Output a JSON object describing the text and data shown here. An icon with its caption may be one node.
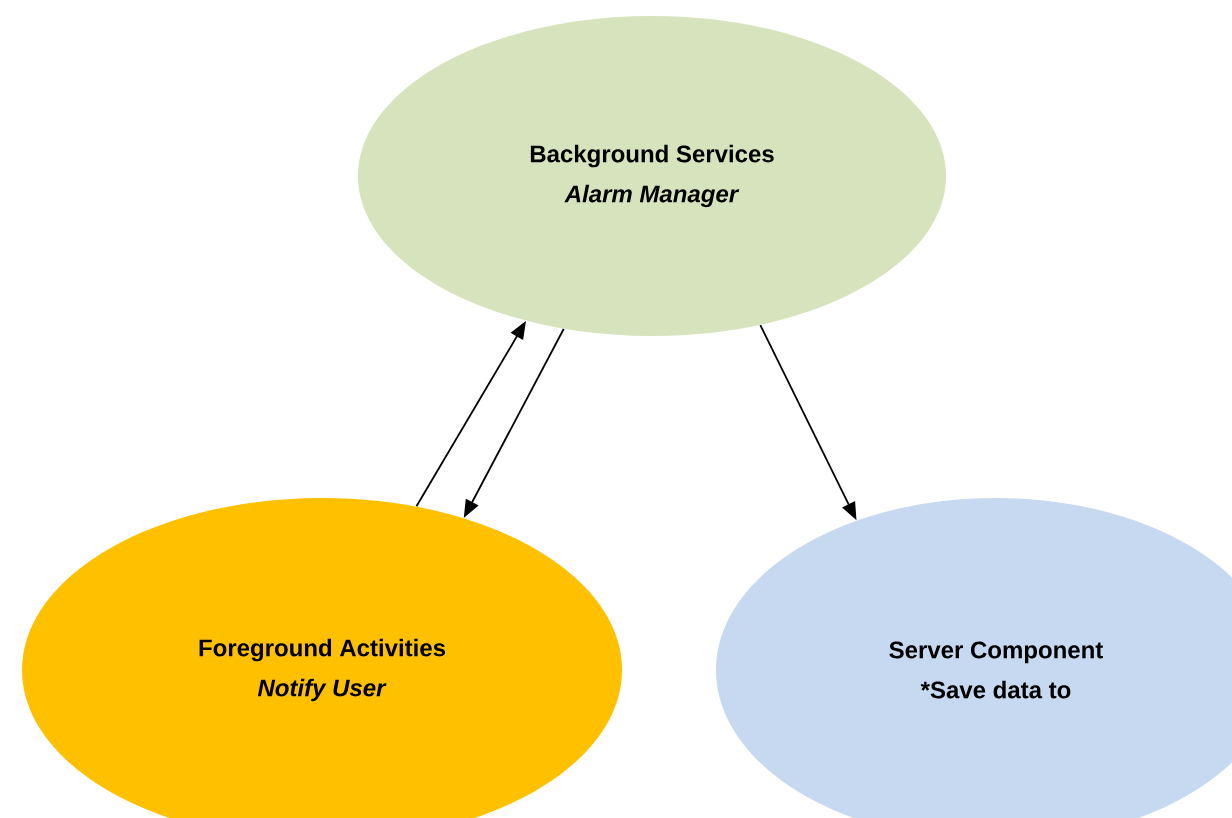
{
  "diagram": {
    "nodes": [
      {
        "text": [
          "Background Services",
          "*Alarm Manager*"
        ]
      },
      {
        "text": [
          "Foreground Activities",
          "*Notify User*"
        ]
      },
      {
        "text": [
          "Server Component",
          "*Save data to"
        ]
      }
    ],
    "edges": [
      {
        "from": 1,
        "to": 0,
        "arrow": "to"
      },
      {
        "from": 0,
        "to": 1,
        "arrow": "to"
      },
      {
        "from": 0,
        "to": 2,
        "arrow": "to"
      }
    ]
  }
}
